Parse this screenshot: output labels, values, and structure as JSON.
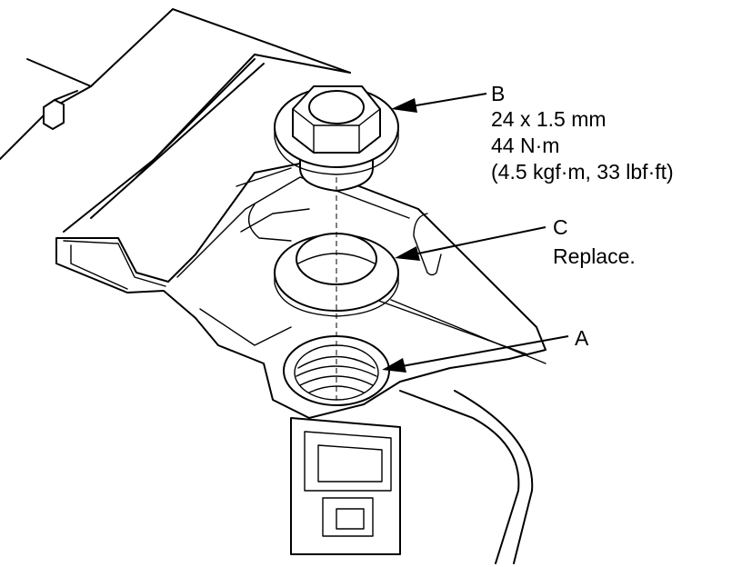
{
  "callouts": {
    "b": {
      "letter": "B",
      "size": "24 x 1.5 mm",
      "torque_nm": "44 N·m",
      "torque_alt": "(4.5 kgf·m, 33 lbf·ft)"
    },
    "c": {
      "letter": "C",
      "note": "Replace."
    },
    "a": {
      "letter": "A"
    }
  },
  "colors": {
    "line": "#000000",
    "background": "#ffffff"
  }
}
